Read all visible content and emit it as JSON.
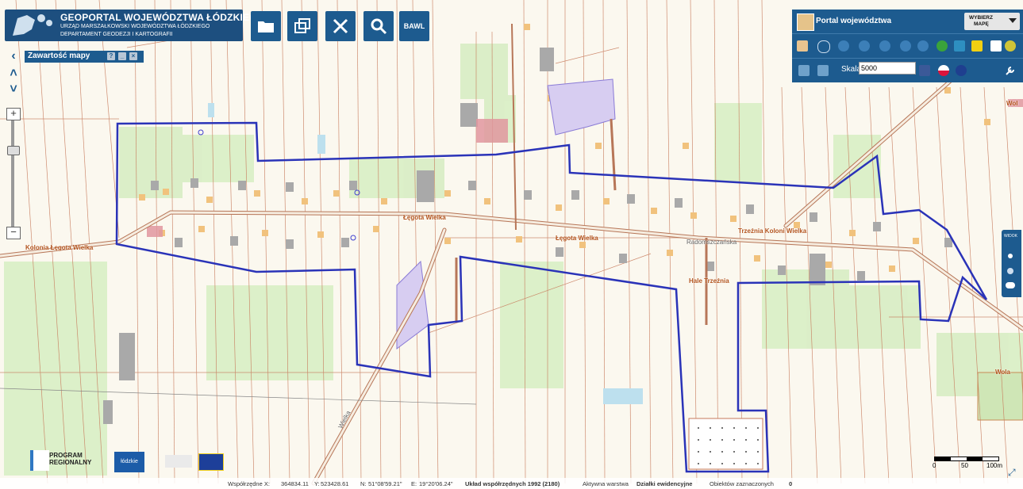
{
  "header": {
    "title": "GEOPORTAL WOJEWÓDZTWA ŁÓDZKIEGO",
    "subtitle": "URZĄD MARSZAŁKOWSKI WOJEWÓDZTWA ŁÓDZKIEGO",
    "department": "DEPARTAMENT GEODEZJI I KARTOGRAFII"
  },
  "toolbar": {
    "buttons": [
      {
        "name": "folder-icon",
        "label": ""
      },
      {
        "name": "windows-icon",
        "label": ""
      },
      {
        "name": "tools-icon",
        "label": ""
      },
      {
        "name": "search-icon",
        "label": ""
      },
      {
        "name": "bawl-button",
        "label": "BAWL"
      }
    ]
  },
  "content_panel": {
    "title": "Zawartość mapy"
  },
  "portal": {
    "title": "Portal województwa",
    "select_line1": "WYBIERZ",
    "select_line2": "MAPĘ"
  },
  "scale": {
    "label": "Skala",
    "value": "5000"
  },
  "side_panel": {
    "label": "WIDOK"
  },
  "map_labels": [
    {
      "text": "Kolonia Łęgota Wielka"
    },
    {
      "text": "Łęgota Wielka"
    },
    {
      "text": "Łęgota Wielka"
    },
    {
      "text": "Radomszczańska"
    },
    {
      "text": "Trzeźnia Koloni Wielka"
    },
    {
      "text": "Hale Trzeźnia"
    },
    {
      "text": "Wielka"
    },
    {
      "text": "Wol"
    },
    {
      "text": "Wola"
    }
  ],
  "logos": {
    "program": "PROGRAM",
    "regional": "REGIONALNY",
    "region": "łódzkie"
  },
  "scalebar": {
    "t0": "0",
    "t1": "50",
    "t2": "100m"
  },
  "status": {
    "coords_label": "Współrzędne X:",
    "x": "364834.11",
    "y_label": "Y:",
    "y": "523428.61",
    "n_label": "N:",
    "n": "51°08'59.21\"",
    "e_label": "E:",
    "e": "19°20'06.24\"",
    "system": "Układ współrzędnych 1992 (2180)",
    "layer_label": "Aktywna warstwa",
    "layer": "Działki ewidencyjne",
    "selected_label": "Obiektów zaznaczonych",
    "selected": "0"
  }
}
